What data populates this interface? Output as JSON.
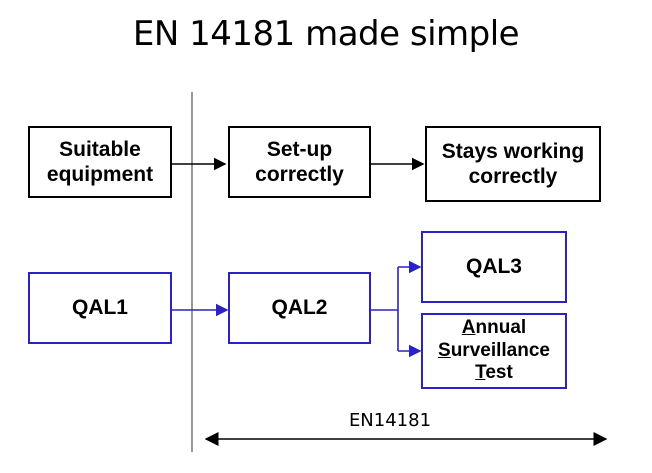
{
  "title": "EN 14181 made simple",
  "top_row": {
    "suitable": [
      "Suitable",
      "equipment"
    ],
    "setup": [
      "Set-up",
      "correctly"
    ],
    "stays": [
      "Stays working",
      "correctly"
    ]
  },
  "bottom_row": {
    "qal1": "QAL1",
    "qal2": "QAL2",
    "qal3": "QAL3",
    "ast": [
      {
        "initial": "A",
        "rest": "nnual"
      },
      {
        "initial": "S",
        "rest": "urveillance"
      },
      {
        "initial": "T",
        "rest": "est"
      }
    ]
  },
  "scope_label": "EN14181",
  "colors": {
    "black_box": "#000000",
    "blue_box": "#2a22c4",
    "blue_arrow": "#2a22c4"
  }
}
